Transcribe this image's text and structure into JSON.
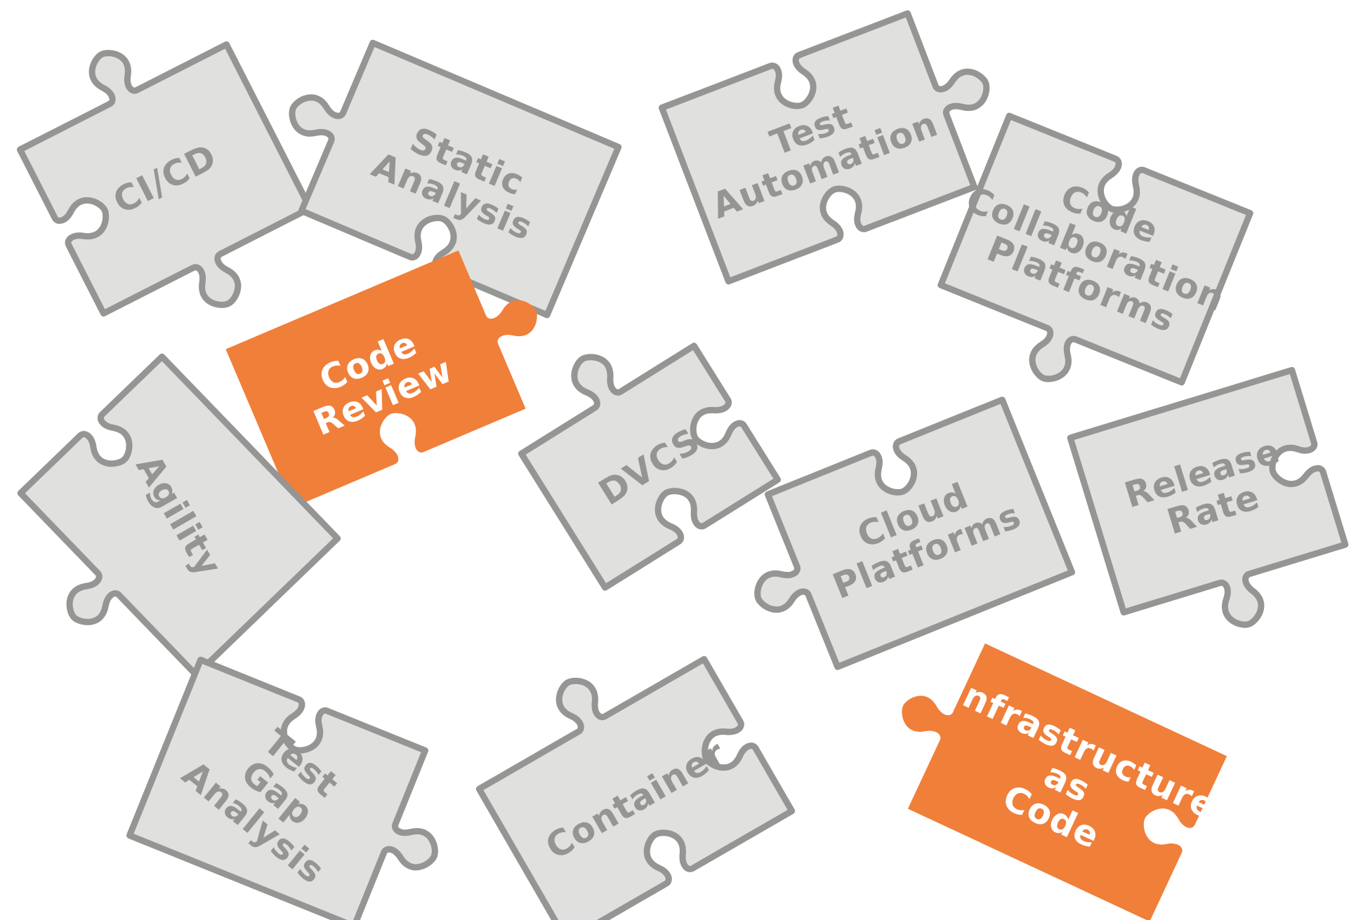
{
  "colors": {
    "gray_fill": "#e0e0de",
    "gray_stroke": "#959593",
    "gray_text": "#959593",
    "orange_fill": "#f07f3a",
    "orange_text": "#ffffff"
  },
  "pieces": [
    {
      "id": "cicd",
      "lines": [
        "CI/CD"
      ],
      "highlight": false
    },
    {
      "id": "static-analysis",
      "lines": [
        "Static",
        "Analysis"
      ],
      "highlight": false
    },
    {
      "id": "test-automation",
      "lines": [
        "Test",
        "Automation"
      ],
      "highlight": false
    },
    {
      "id": "code-collaboration-platforms",
      "lines": [
        "Code",
        "Collaboration",
        "Platforms"
      ],
      "highlight": false
    },
    {
      "id": "code-review",
      "lines": [
        "Code",
        "Review"
      ],
      "highlight": true
    },
    {
      "id": "agility",
      "lines": [
        "Agility"
      ],
      "highlight": false
    },
    {
      "id": "dvcs",
      "lines": [
        "DVCS"
      ],
      "highlight": false
    },
    {
      "id": "cloud-platforms",
      "lines": [
        "Cloud",
        "Platforms"
      ],
      "highlight": false
    },
    {
      "id": "release-rate",
      "lines": [
        "Release",
        "Rate"
      ],
      "highlight": false
    },
    {
      "id": "test-gap-analysis",
      "lines": [
        "Test",
        "Gap",
        "Analysis"
      ],
      "highlight": false
    },
    {
      "id": "container",
      "lines": [
        "Container"
      ],
      "highlight": false
    },
    {
      "id": "infrastructure-as-code",
      "lines": [
        "Infrastructure",
        "as",
        "Code"
      ],
      "highlight": true
    }
  ]
}
